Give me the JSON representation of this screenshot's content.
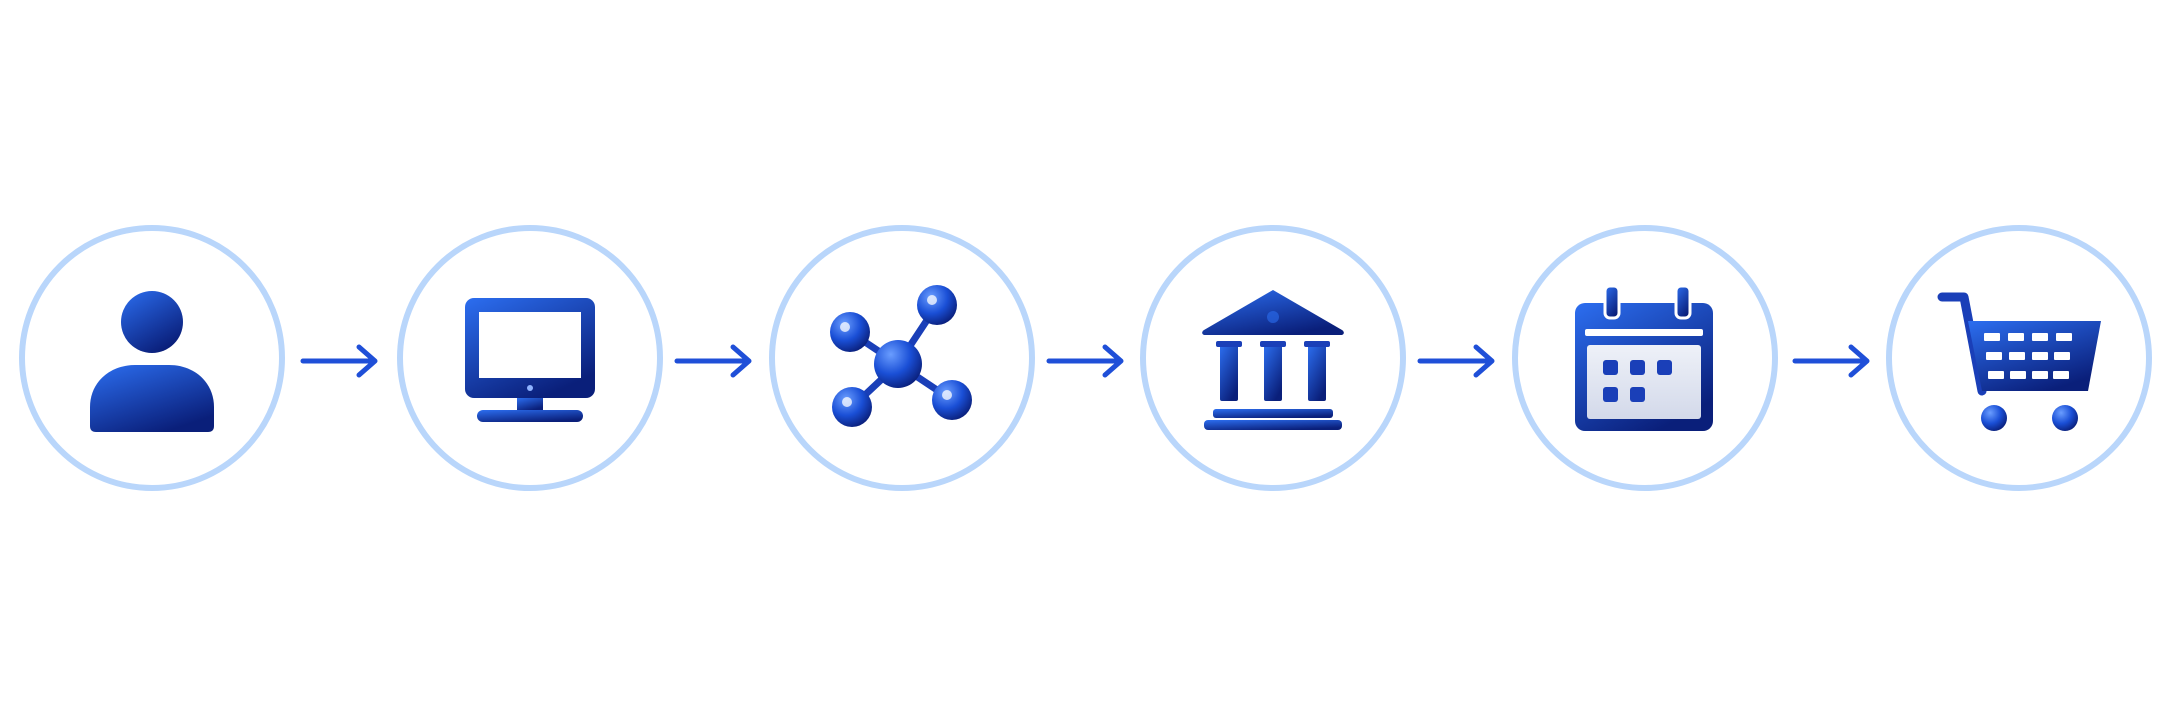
{
  "diagram": {
    "type": "process-flow",
    "direction": "left-to-right",
    "nodes": [
      {
        "icon": "user-icon"
      },
      {
        "icon": "monitor-icon"
      },
      {
        "icon": "network-icon"
      },
      {
        "icon": "bank-icon"
      },
      {
        "icon": "calendar-icon"
      },
      {
        "icon": "shopping-cart-icon"
      }
    ],
    "connectors": [
      {
        "from": 0,
        "to": 1
      },
      {
        "from": 1,
        "to": 2
      },
      {
        "from": 2,
        "to": 3
      },
      {
        "from": 3,
        "to": 4
      },
      {
        "from": 4,
        "to": 5
      }
    ]
  },
  "colors": {
    "ring": "#b9d6fb",
    "icon_light": "#2c6ef0",
    "icon_dark": "#0a1f7a",
    "arrow": "#1f4fd8",
    "screen_fill": "#ffffff",
    "calendar_panel": "#dfe3ef",
    "background": "#ffffff"
  }
}
